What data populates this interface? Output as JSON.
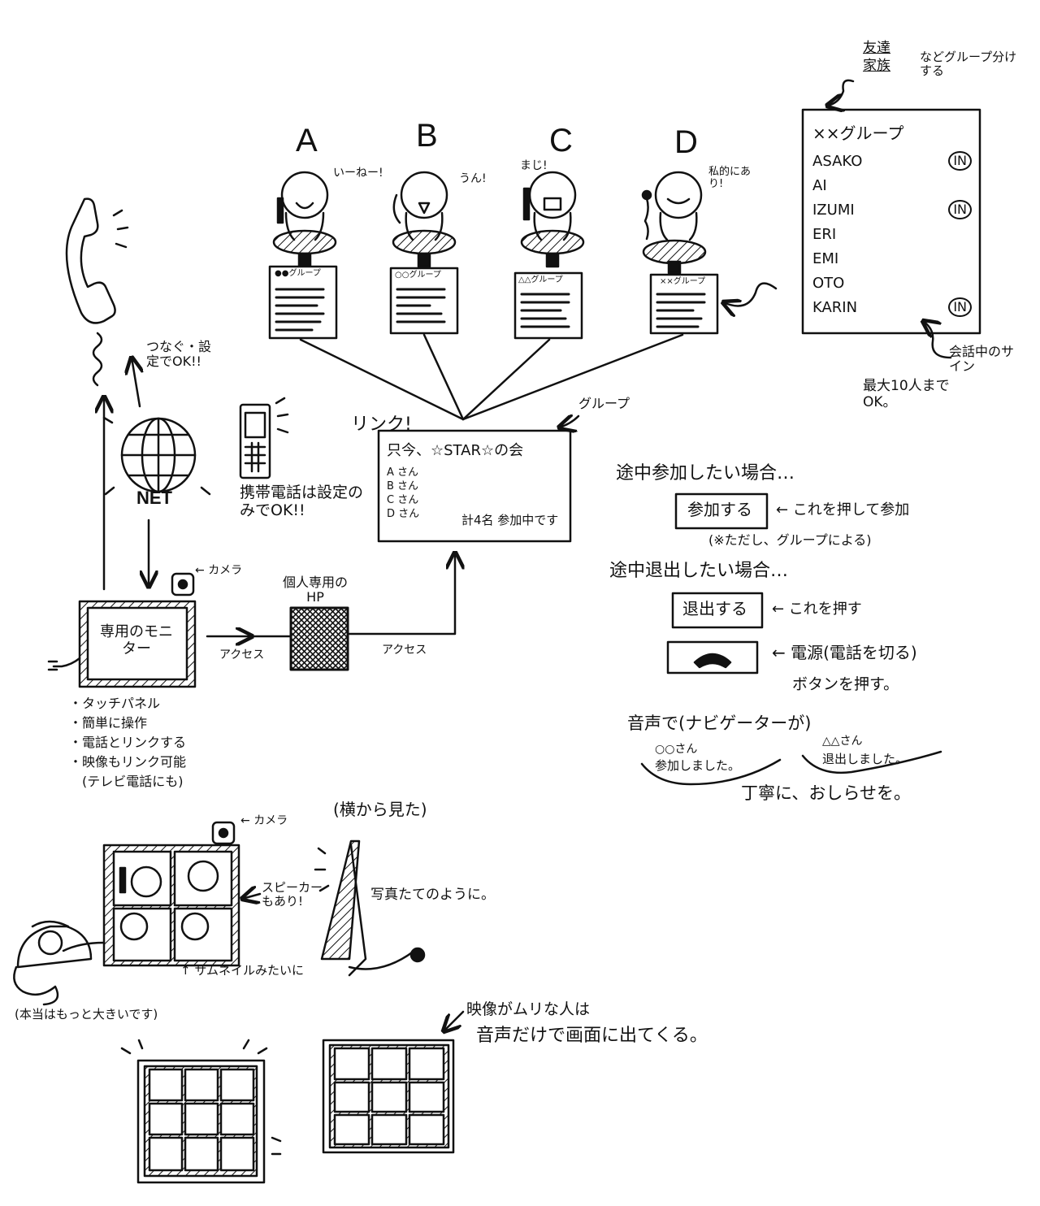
{
  "persons": [
    {
      "letter": "A",
      "speech": "いーねー!",
      "doc_header": "●●グループ"
    },
    {
      "letter": "B",
      "speech": "うん!",
      "doc_header": "○○グループ"
    },
    {
      "letter": "C",
      "speech": "まじ!",
      "doc_header": "△△グループ"
    },
    {
      "letter": "D",
      "speech": "私的にあり!",
      "doc_header": "××グループ"
    }
  ],
  "group_note": {
    "top": "友達",
    "bottom": "家族",
    "side": "などグループ分けする"
  },
  "group_list": {
    "title": "××グループ",
    "members": [
      {
        "name": "ASAKO",
        "badge": "IN"
      },
      {
        "name": "AI",
        "badge": ""
      },
      {
        "name": "IZUMI",
        "badge": "IN"
      },
      {
        "name": "ERI",
        "badge": ""
      },
      {
        "name": "EMI",
        "badge": ""
      },
      {
        "name": "OTO",
        "badge": ""
      },
      {
        "name": "KARIN",
        "badge": "IN"
      }
    ]
  },
  "talking_sign": "会話中のサイン",
  "max_people": "最大10人までOK。",
  "group_label": "グループ",
  "link_label": "リンク!",
  "status_box": {
    "title": "只今、☆STAR☆の会",
    "members": [
      "A さん",
      "B さん",
      "C さん",
      "D さん"
    ],
    "footer": "計4名 参加中です"
  },
  "net_label": "NET",
  "net_note": "つなぐ・設定でOK!!",
  "mobile_note": "携帯電話は設定のみでOK!!",
  "monitor_label": "専用のモニター",
  "camera_label": "カメラ",
  "hp_label": "個人専用のHP",
  "access_label": "アクセス",
  "features": [
    "タッチパネル",
    "簡単に操作",
    "電話とリンクする",
    "映像もリンク可能",
    "(テレビ電話にも)"
  ],
  "join": {
    "heading": "途中参加したい場合…",
    "button": "参加する",
    "note": "← これを押して参加",
    "sub": "(※ただし、グループによる)"
  },
  "leave": {
    "heading": "途中退出したい場合…",
    "button": "退出する",
    "note": "← これを押す"
  },
  "power": {
    "note": "← 電源(電話を切る)",
    "note2": "ボタンを押す。"
  },
  "voice": {
    "heading": "音声で(ナビゲーターが)",
    "left_line1": "○○さん",
    "left_line2": "参加しました。",
    "right_line1": "△△さん",
    "right_line2": "退出しました。",
    "footer": "丁寧に、おしらせを。"
  },
  "side_view": "(横から見た)",
  "speaker_note": "スピーカーもあり!",
  "photo_stand": "写真たてのように。",
  "thumbnail_note": "↑ サムネイルみたいに",
  "phone_note": "(本当はもっと大きいです)",
  "audio_note_1": "映像がムリな人は",
  "audio_note_2": "音声だけで画面に出てくる。"
}
